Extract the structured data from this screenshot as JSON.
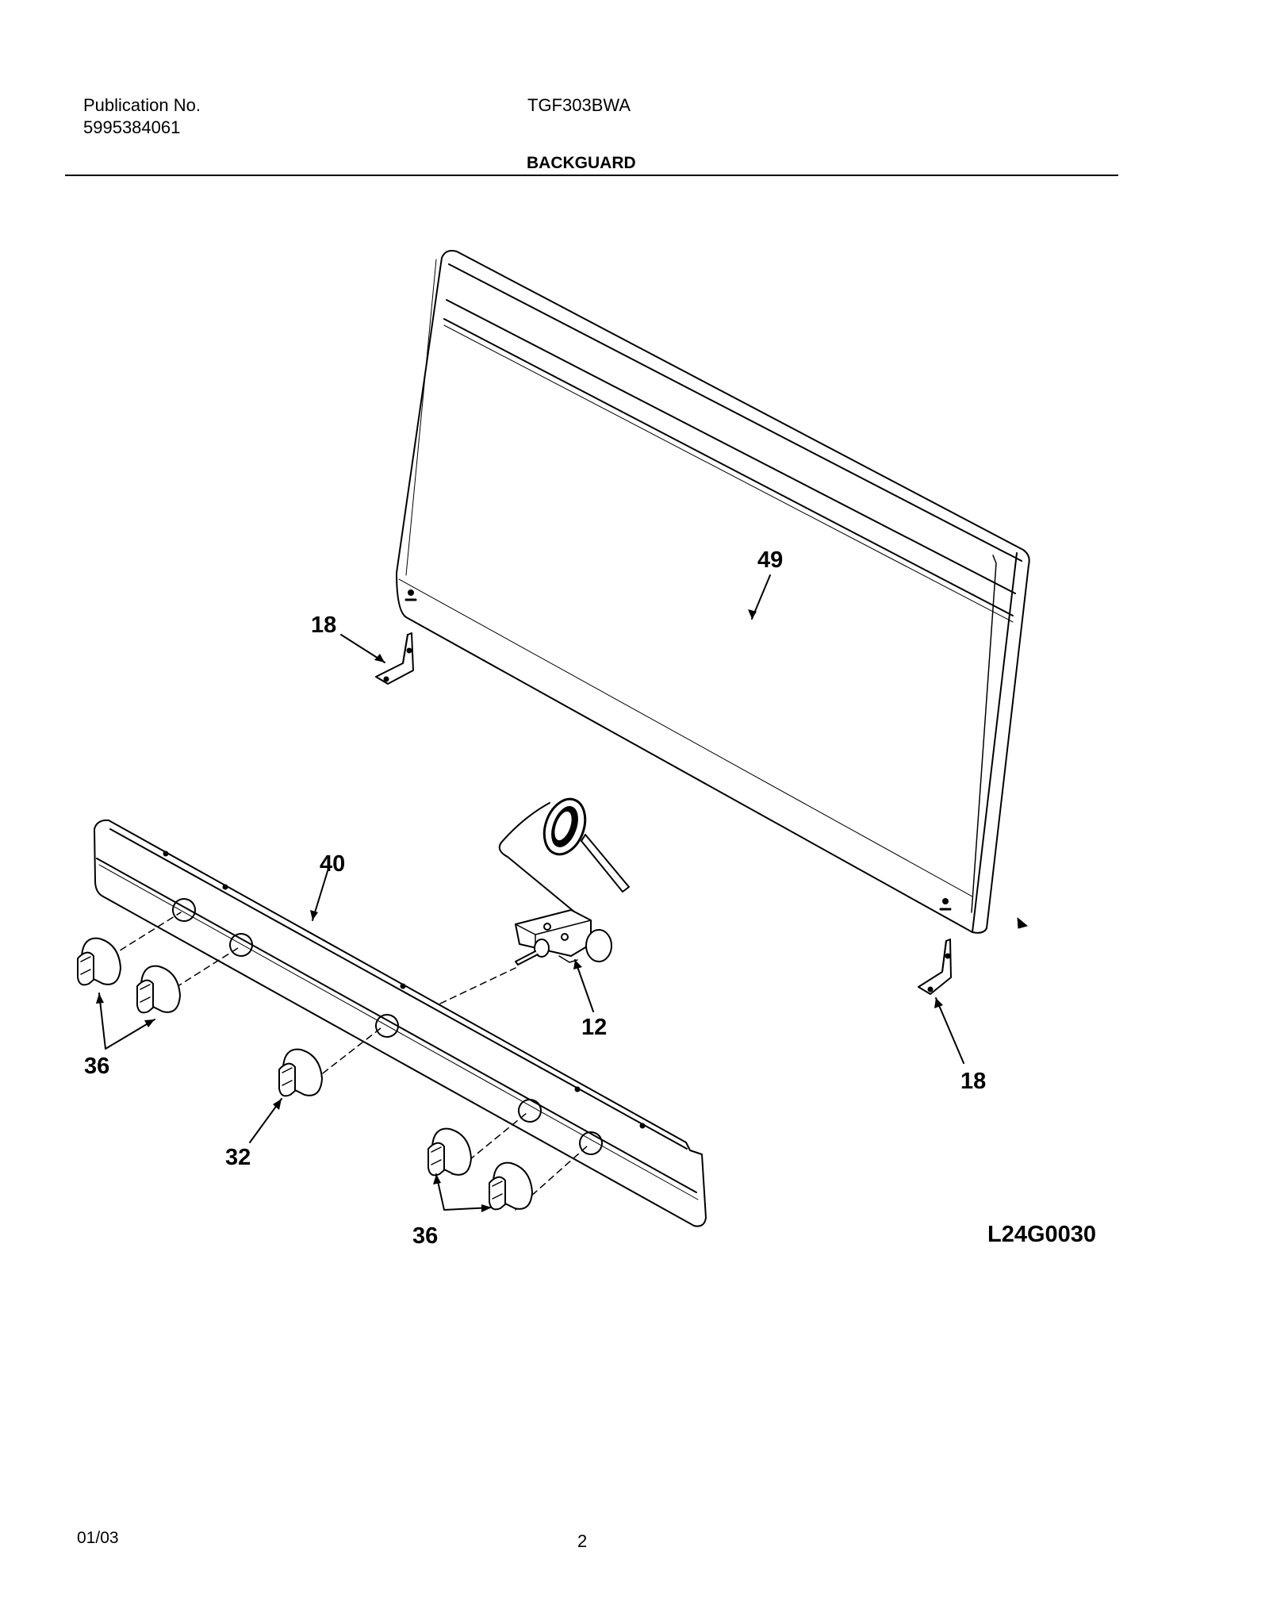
{
  "header": {
    "publication_label": "Publication No.",
    "publication_number": "5995384061",
    "model": "TGF303BWA",
    "section_title": "BACKGUARD"
  },
  "diagram": {
    "callouts": {
      "backguard": "49",
      "bracket_left": "18",
      "bracket_right": "18",
      "manifold_panel": "40",
      "thermostat": "12",
      "knobs_left": "36",
      "knob_oven": "32",
      "knobs_right": "36"
    },
    "figure_id": "L24G0030"
  },
  "footer": {
    "date": "01/03",
    "page_number": "2"
  }
}
